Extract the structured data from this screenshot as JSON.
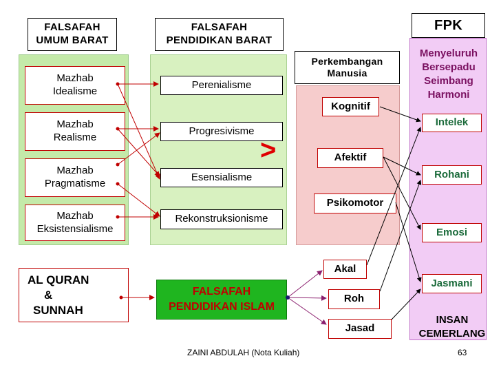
{
  "headers": {
    "falsafah_umum_barat": [
      "FALSAFAH",
      "UMUM BARAT"
    ],
    "falsafah_pendidikan_barat": [
      "FALSAFAH",
      "PENDIDIKAN BARAT"
    ],
    "perkembangan_manusia": [
      "Perkembangan",
      "Manusia"
    ],
    "fpk": "FPK"
  },
  "fpk_qualities": [
    "Menyeluruh",
    "Bersepadu",
    "Seimbang",
    "Harmoni"
  ],
  "mazhab": [
    [
      "Mazhab",
      "Idealisme"
    ],
    [
      "Mazhab",
      "Realisme"
    ],
    [
      "Mazhab",
      "Pragmatisme"
    ],
    [
      "Mazhab",
      "Eksistensialisme"
    ]
  ],
  "pendidikan_barat": [
    "Perenialisme",
    "Progresivisme",
    "Esensialisme",
    "Rekonstruksionisme"
  ],
  "perkembangan": [
    "Kognitif",
    "Afektif",
    "Psikomotor"
  ],
  "fpk_items": [
    "Intelek",
    "Rohani",
    "Emosi",
    "Jasmani"
  ],
  "quran": [
    "AL QURAN",
    "&",
    "SUNNAH"
  ],
  "falsafah_islam": [
    "FALSAFAH",
    "PENDIDIKAN ISLAM"
  ],
  "islam_elements": [
    "Akal",
    "Roh",
    "Jasad"
  ],
  "insan": [
    "INSAN",
    "CEMERLANG"
  ],
  "comparison_symbol": ">",
  "footer": {
    "author": "ZAINI ABDULAH (Nota Kuliah)",
    "page": "63"
  },
  "colors": {
    "col1_bg": "#c4eaa9",
    "col2_bg": "#d8f1c0",
    "col3_bg": "#f6cccc",
    "col4_bg": "#f2ccf5",
    "col4_border": "#c070c8",
    "arrow_red": "#c00000",
    "arrow_purple": "#8b1f6e",
    "islam_green": "#1fb51f",
    "islam_text": "#c00000"
  }
}
